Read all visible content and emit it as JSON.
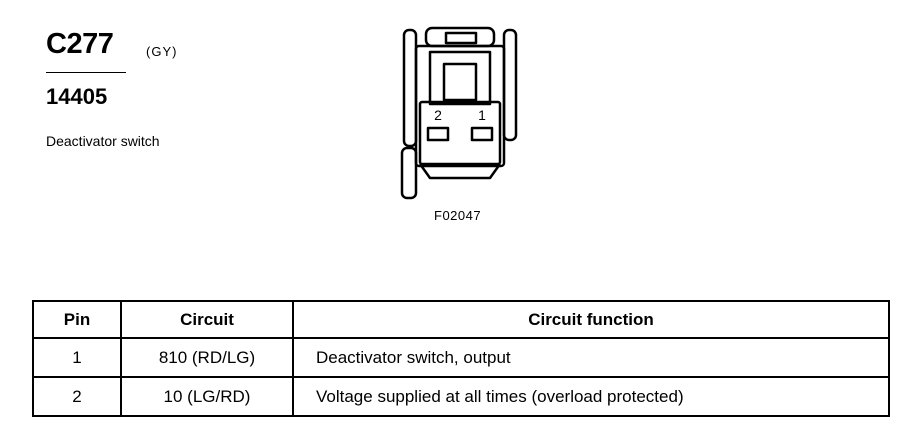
{
  "connector": {
    "id": "C277",
    "color": "(GY)",
    "part_number": "14405",
    "description": "Deactivator switch"
  },
  "diagram": {
    "pin_labels": [
      "2",
      "1"
    ],
    "figure_code": "F02047"
  },
  "table": {
    "headers": [
      "Pin",
      "Circuit",
      "Circuit function"
    ],
    "rows": [
      {
        "pin": "1",
        "circuit": "810 (RD/LG)",
        "function": "Deactivator switch, output"
      },
      {
        "pin": "2",
        "circuit": "10 (LG/RD)",
        "function": "Voltage supplied at all times (overload protected)"
      }
    ]
  }
}
